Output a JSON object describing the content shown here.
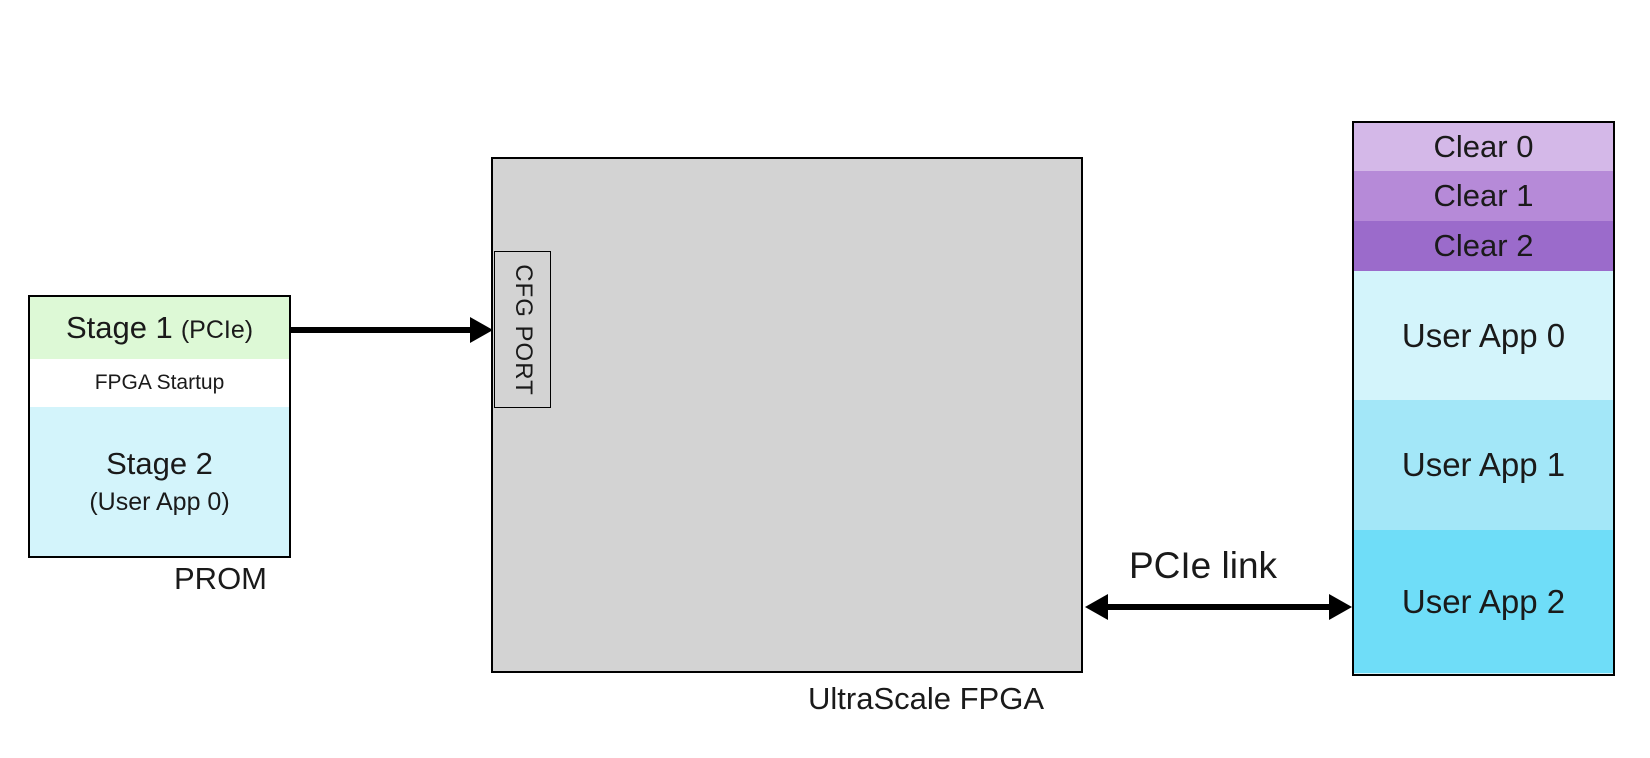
{
  "prom": {
    "label": "PROM",
    "stage1_title": "Stage 1",
    "stage1_sub": "(PCIe)",
    "startup": "FPGA Startup",
    "stage2_title": "Stage 2",
    "stage2_sub": "(User App 0)"
  },
  "fpga": {
    "label": "UltraScale FPGA",
    "cfg_port": "CFG PORT"
  },
  "link": {
    "label": "PCIe link"
  },
  "host_memory": {
    "segments": [
      {
        "label": "Clear 0",
        "color": "#d4b8e8"
      },
      {
        "label": "Clear 1",
        "color": "#b68ad8"
      },
      {
        "label": "Clear 2",
        "color": "#9b6bcb"
      },
      {
        "label": "User App 0",
        "color": "#d3f4fb"
      },
      {
        "label": "User App 1",
        "color": "#a3e7f8"
      },
      {
        "label": "User App 2",
        "color": "#6fddf8"
      }
    ]
  }
}
